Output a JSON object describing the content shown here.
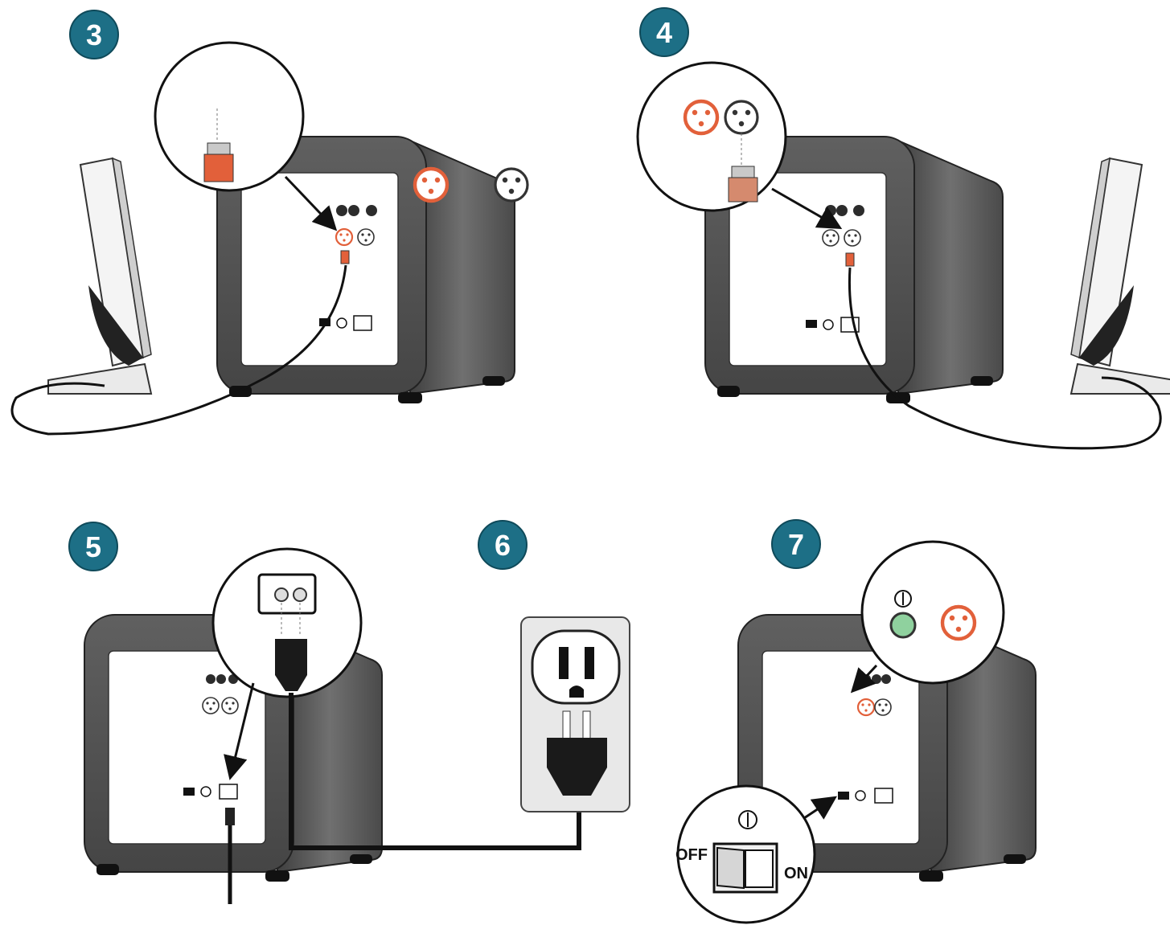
{
  "steps": [
    {
      "number": "3",
      "color": "#1d6f86"
    },
    {
      "number": "4",
      "color": "#1d6f86"
    },
    {
      "number": "5",
      "color": "#1d6f86"
    },
    {
      "number": "6",
      "color": "#1d6f86"
    },
    {
      "number": "7",
      "color": "#1d6f86"
    }
  ],
  "switch": {
    "off_label": "OFF",
    "on_label": "ON"
  },
  "colors": {
    "badge": "#1d6f86",
    "connector_orange": "#e2603a",
    "cabinet": "#5b5b5b",
    "panel": "#ffffff",
    "led_green": "#8fd19e"
  },
  "icons": [
    "subwoofer-icon",
    "satellite-speaker-icon",
    "din-connector-icon",
    "power-cord-icon",
    "wall-outlet-icon",
    "power-switch-icon",
    "magnifier-callout-icon"
  ]
}
